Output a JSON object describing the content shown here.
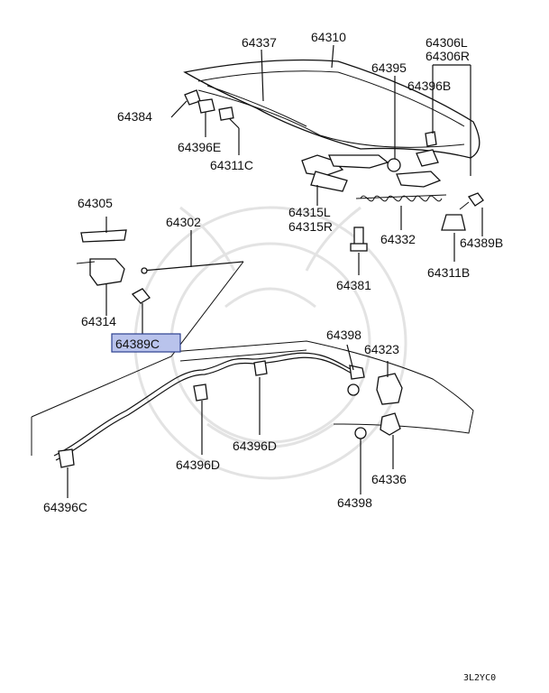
{
  "diagram": {
    "highlight_color": "#b9c3ec",
    "labels": {
      "p64337": "64337",
      "p64310": "64310",
      "p64306L": "64306L",
      "p64306R": "64306R",
      "p64395": "64395",
      "p64396B": "64396B",
      "p64384": "64384",
      "p64396E": "64396E",
      "p64311C": "64311C",
      "p64315L": "64315L",
      "p64315R": "64315R",
      "p64332": "64332",
      "p64389B": "64389B",
      "p64311B": "64311B",
      "p64305": "64305",
      "p64302": "64302",
      "p64381": "64381",
      "p64314": "64314",
      "p64389C": "64389C",
      "p64398a": "64398",
      "p64323": "64323",
      "p64396D_a": "64396D",
      "p64396D_b": "64396D",
      "p64336": "64336",
      "p64398b": "64398",
      "p64396C": "64396C"
    },
    "code": "3L2YC0"
  }
}
